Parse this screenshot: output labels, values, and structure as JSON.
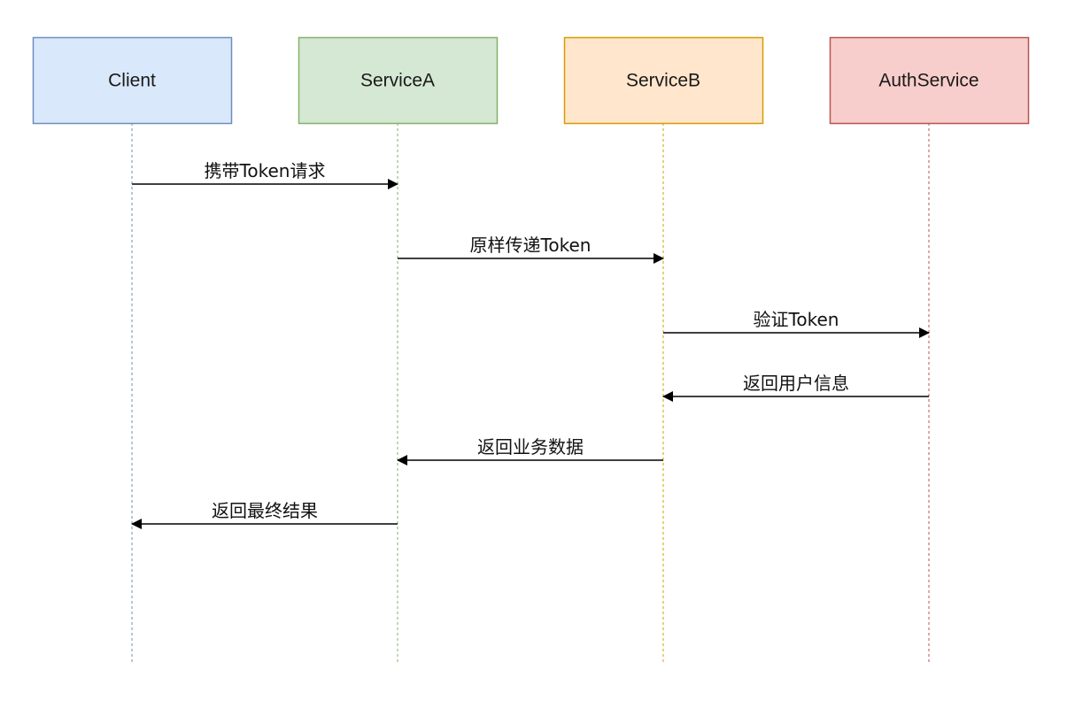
{
  "participants": [
    {
      "id": "client",
      "label": "Client",
      "fill": "#dae8fc",
      "stroke": "#6c8ebf"
    },
    {
      "id": "servicea",
      "label": "ServiceA",
      "fill": "#d5e8d4",
      "stroke": "#82b366"
    },
    {
      "id": "serviceb",
      "label": "ServiceB",
      "fill": "#ffe6cc",
      "stroke": "#d79b00"
    },
    {
      "id": "authservice",
      "label": "AuthService",
      "fill": "#f8cecc",
      "stroke": "#b85450"
    }
  ],
  "messages": [
    {
      "from": "client",
      "to": "servicea",
      "label": "携带Token请求"
    },
    {
      "from": "servicea",
      "to": "serviceb",
      "label": "原样传递Token"
    },
    {
      "from": "serviceb",
      "to": "authservice",
      "label": "验证Token"
    },
    {
      "from": "authservice",
      "to": "serviceb",
      "label": "返回用户信息"
    },
    {
      "from": "serviceb",
      "to": "servicea",
      "label": "返回业务数据"
    },
    {
      "from": "servicea",
      "to": "client",
      "label": "返回最终结果"
    }
  ]
}
